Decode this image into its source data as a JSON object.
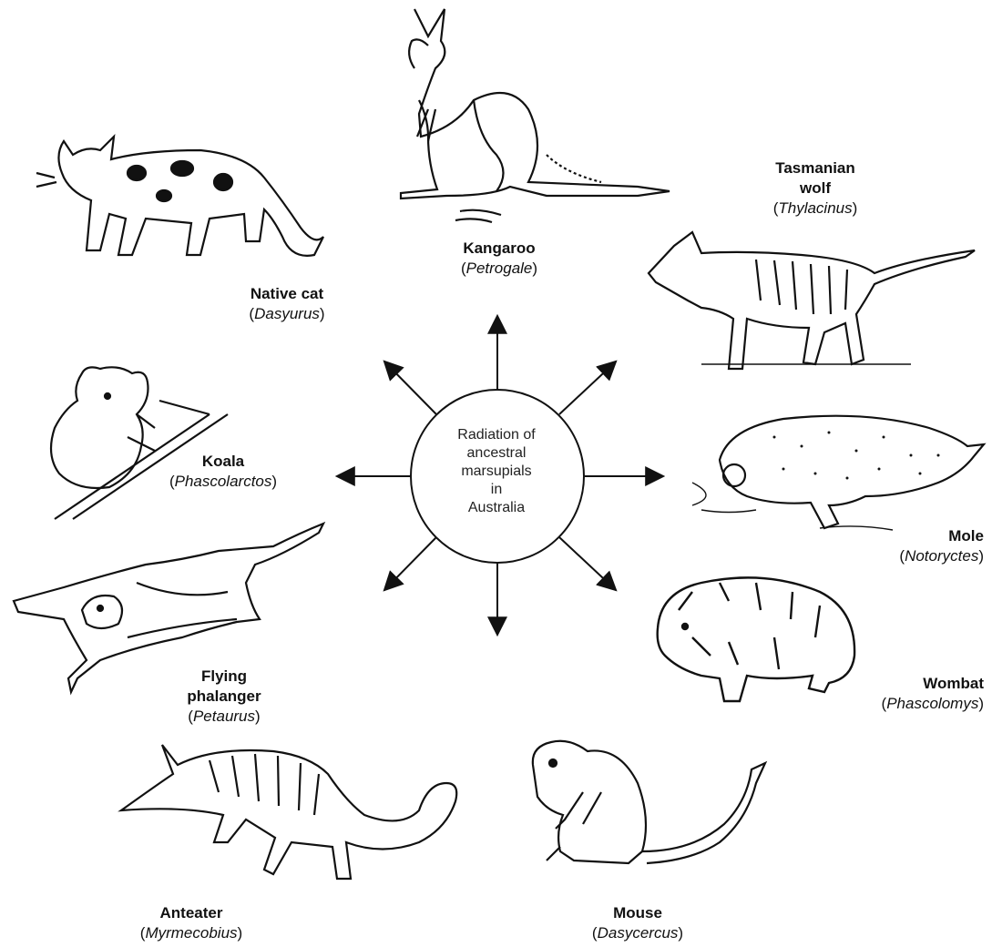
{
  "center": {
    "lines": [
      "Radiation of",
      "ancestral",
      "marsupials",
      "in",
      "Australia"
    ]
  },
  "animals": [
    {
      "id": "kangaroo",
      "common": "Kangaroo",
      "genus": "Petrogale",
      "icon": "kangaroo-icon"
    },
    {
      "id": "tasmanian-wolf",
      "common_lines": [
        "Tasmanian",
        "wolf"
      ],
      "genus": "Thylacinus",
      "icon": "tasmanian-wolf-icon"
    },
    {
      "id": "mole",
      "common": "Mole",
      "genus": "Notoryctes",
      "icon": "mole-icon"
    },
    {
      "id": "wombat",
      "common": "Wombat",
      "genus": "Phascolomys",
      "icon": "wombat-icon"
    },
    {
      "id": "mouse",
      "common": "Mouse",
      "genus": "Dasycercus",
      "icon": "mouse-icon"
    },
    {
      "id": "anteater",
      "common": "Anteater",
      "genus": "Myrmecobius",
      "icon": "anteater-icon"
    },
    {
      "id": "flying-phalanger",
      "common_lines": [
        "Flying",
        "phalanger"
      ],
      "genus": "Petaurus",
      "icon": "flying-phalanger-icon"
    },
    {
      "id": "koala",
      "common": "Koala",
      "genus": "Phascolarctos",
      "icon": "koala-icon"
    },
    {
      "id": "native-cat",
      "common": "Native cat",
      "genus": "Dasyurus",
      "icon": "native-cat-icon"
    }
  ],
  "colors": {
    "ink": "#111111",
    "paper": "#ffffff"
  }
}
